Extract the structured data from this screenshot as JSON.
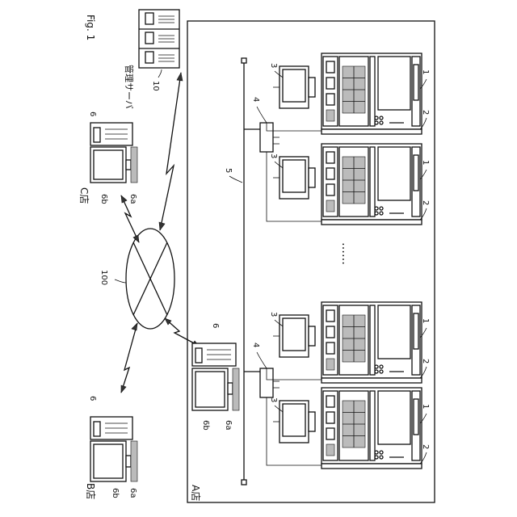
{
  "figure": {
    "label": "Fig. 1",
    "store_a": "A店",
    "store_b": "B店",
    "store_c": "C店",
    "server_label": "管理サーバ"
  },
  "refs": {
    "server": "10",
    "network": "100",
    "lan": "5",
    "hub": "4",
    "display": "3",
    "machine": "1",
    "unit": "2",
    "store_pc": "6",
    "monitor": "6b",
    "keyboard": "6a"
  },
  "ellipsis": "……"
}
